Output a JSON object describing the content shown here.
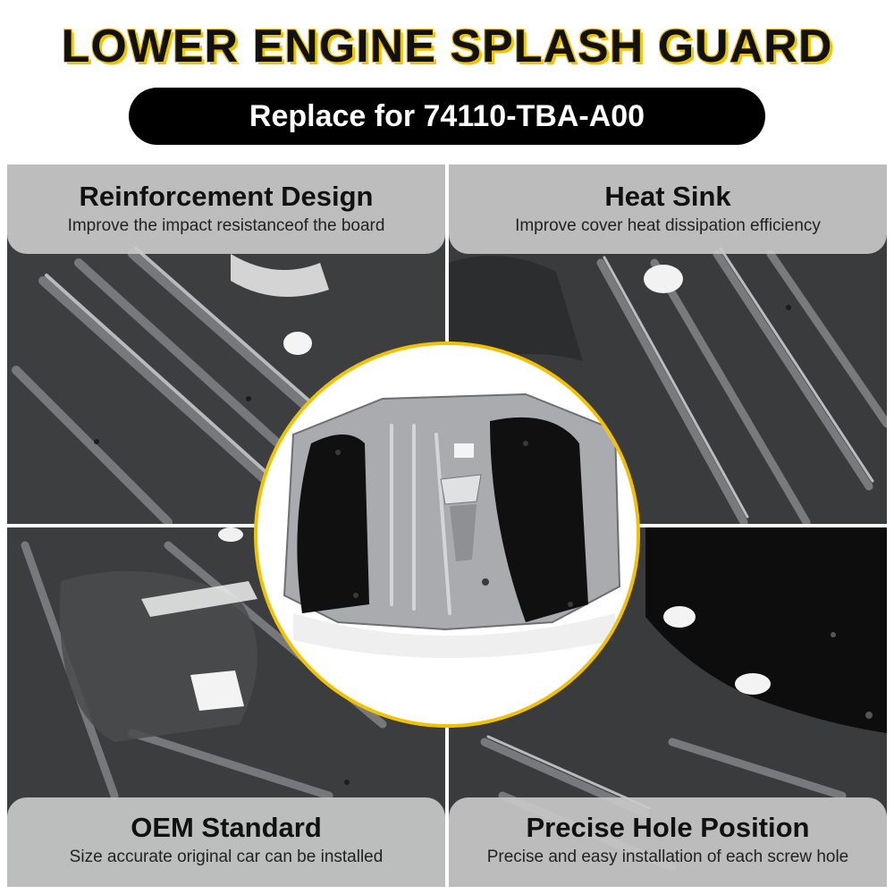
{
  "header": {
    "title": "LOWER ENGINE SPLASH GUARD",
    "subtitle": "Replace for 74110-TBA-A00"
  },
  "features": [
    {
      "title": "Reinforcement Design",
      "description": "Improve the impact resistanceof the board"
    },
    {
      "title": "Heat Sink",
      "description": "Improve cover heat dissipation efficiency"
    },
    {
      "title": "OEM Standard",
      "description": "Size accurate original car can be installed"
    },
    {
      "title": "Precise Hole Position",
      "description": "Precise and easy installation of each screw hole"
    }
  ],
  "colors": {
    "accent": "#f2c200",
    "pill_background": "#000000",
    "label_background": "#c8c8c8",
    "metal": "#3a3b3d"
  }
}
